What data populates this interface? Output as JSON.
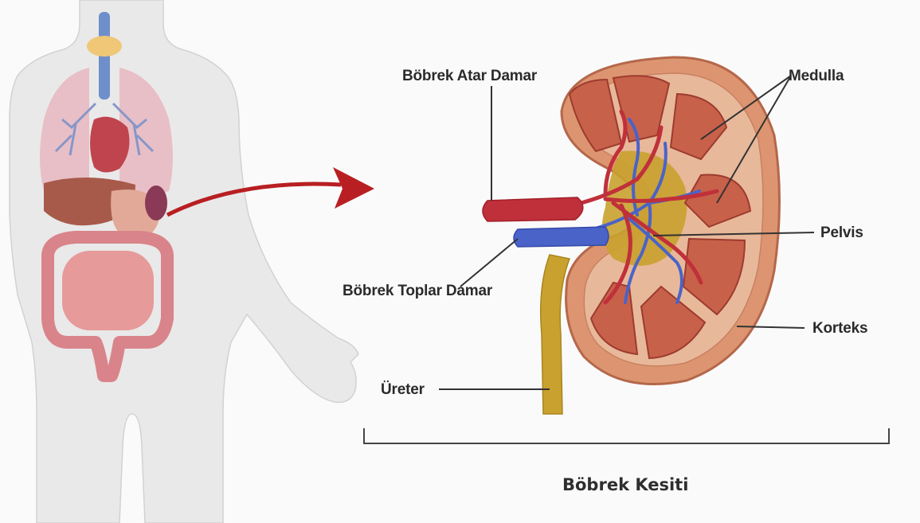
{
  "labels": {
    "renal_artery": "Böbrek Atar Damar",
    "renal_vein": "Böbrek Toplar Damar",
    "ureter": "Üreter",
    "medulla": "Medulla",
    "pelvis": "Pelvis",
    "cortex": "Korteks"
  },
  "caption": "Böbrek Kesiti",
  "colors": {
    "background": "#fafafa",
    "body_silhouette": "#e9e9e9",
    "artery": "#c0303a",
    "vein": "#4a63c8",
    "ureter": "#c9a12e",
    "kidney_capsule": "#d98c6a",
    "medulla_pyramid": "#c8614a",
    "pointer_arrow": "#b81f22",
    "leader_line": "#333333"
  }
}
